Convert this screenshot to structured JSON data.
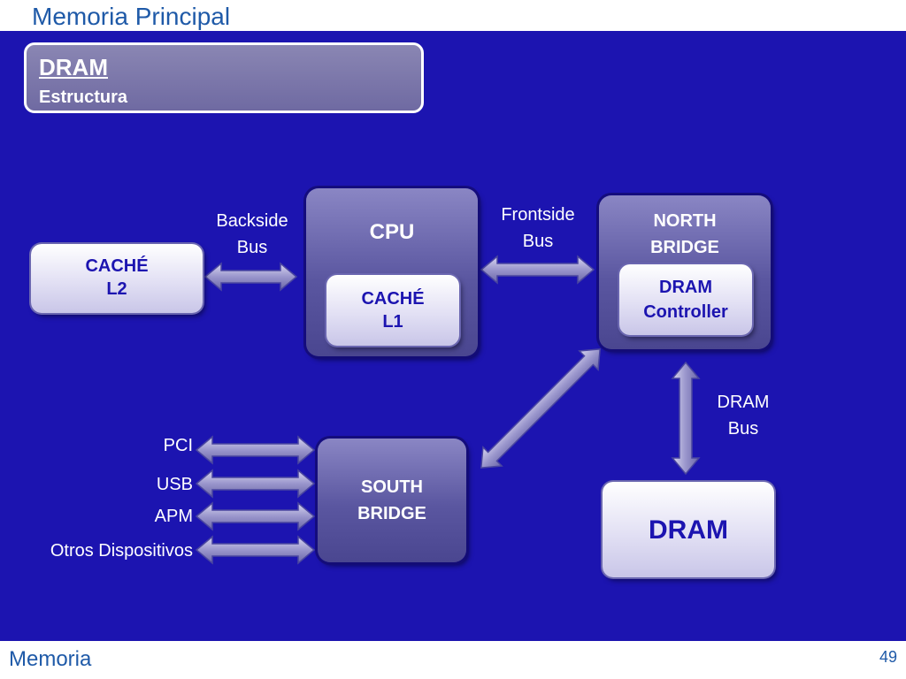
{
  "slide": {
    "title": "Memoria Principal",
    "footer": "Memoria",
    "page_number": "49"
  },
  "heading": {
    "main": "DRAM",
    "sub": "Estructura"
  },
  "blocks": {
    "cpu": "CPU",
    "cache_l1": [
      "CACHÉ",
      "L1"
    ],
    "cache_l2": [
      "CACHÉ",
      "L2"
    ],
    "north_bridge": [
      "NORTH",
      "BRIDGE"
    ],
    "dram_controller": [
      "DRAM",
      "Controller"
    ],
    "south_bridge": [
      "SOUTH",
      "BRIDGE"
    ],
    "dram": "DRAM"
  },
  "buses": {
    "backside": [
      "Backside",
      "Bus"
    ],
    "frontside": [
      "Frontside",
      "Bus"
    ],
    "dram": [
      "DRAM",
      "Bus"
    ]
  },
  "south_bridge_ports": [
    "PCI",
    "USB",
    "APM",
    "Otros Dispositivos"
  ],
  "colors": {
    "background": "#1c14b0",
    "title": "#1f5aa8",
    "dark_box": "#5a56a0",
    "light_box": "#e2e0f4"
  }
}
